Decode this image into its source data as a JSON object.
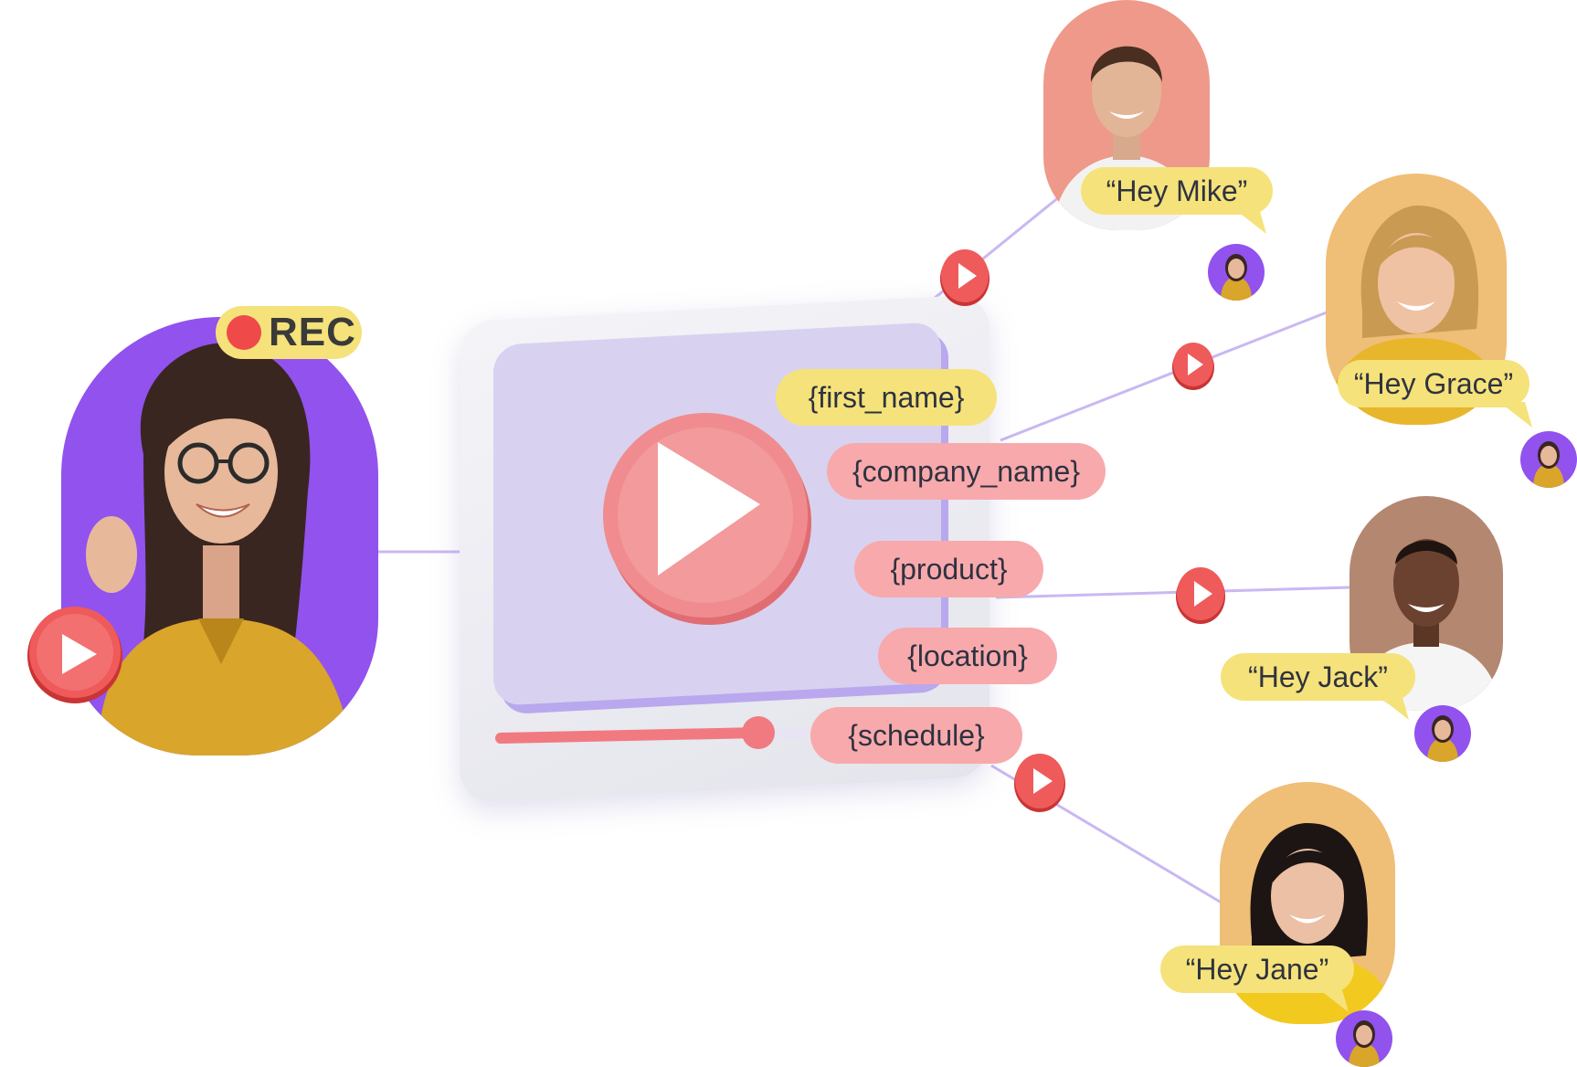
{
  "recording": {
    "badge_label": "REC"
  },
  "template_variables": [
    "{first_name}",
    "{company_name}",
    "{product}",
    "{location}",
    "{schedule}"
  ],
  "recipients": [
    {
      "greeting": "“Hey Mike”"
    },
    {
      "greeting": "“Hey Grace”"
    },
    {
      "greeting": "“Hey Jack”"
    },
    {
      "greeting": "“Hey Jane”"
    }
  ],
  "colors": {
    "presenter_bg": "#9152EE",
    "rec_badge": "#F5E27A",
    "rec_dot": "#EF4949",
    "variable_highlight": "#F5E27A",
    "variable_chip": "#F8A9AC",
    "play_button": "#F08C8F",
    "connector_line": "#C9B8F2",
    "mike_bg": "#EE998A",
    "grace_bg": "#EFBE77",
    "jack_bg": "#B48770",
    "jane_bg": "#EFBE77"
  },
  "icons": {
    "record": "record-dot-icon",
    "play": "play-icon"
  }
}
